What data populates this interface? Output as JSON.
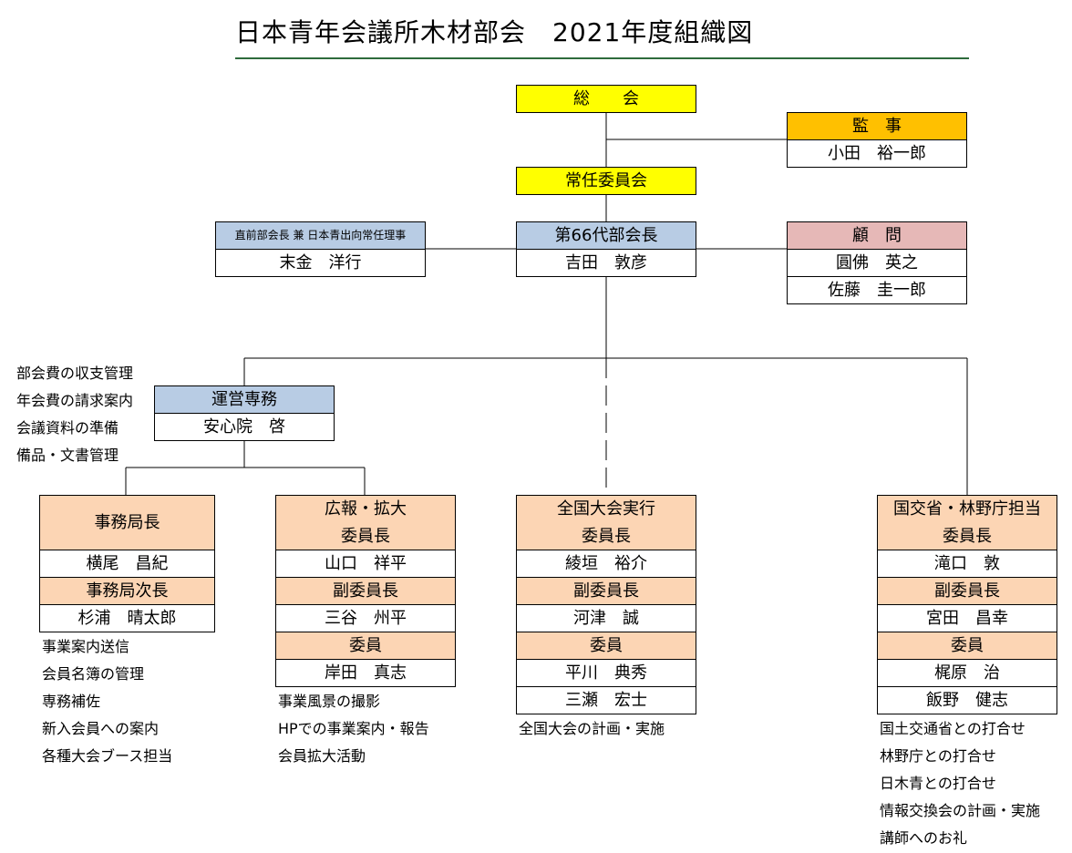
{
  "title": "日本青年会議所木材部会　2021年度組織図",
  "colors": {
    "yellow": "#ffff00",
    "orange": "#ffc000",
    "blue": "#b8cce4",
    "pink": "#e6b8b7",
    "peach": "#fcd5b4",
    "rule": "#2e6b3c"
  },
  "sokai": "総　　会",
  "kanji": {
    "title": "監　事",
    "name": "小田　裕一郎"
  },
  "jonin": "常任委員会",
  "zenbukaicho": {
    "title": "直前部会長 兼 日本青出向常任理事",
    "name": "末金　洋行"
  },
  "bukaicho": {
    "title": "第66代部会長",
    "name": "吉田　敦彦"
  },
  "komon": {
    "title": "顧　問",
    "names": [
      "圓佛　英之",
      "佐藤　圭一郎"
    ]
  },
  "unei": {
    "title": "運営専務",
    "name": "安心院　啓",
    "notes": [
      "部会費の収支管理",
      "年会費の請求案内",
      "会議資料の準備",
      "備品・文書管理"
    ]
  },
  "jimu": {
    "title": "事務局長",
    "name": "横尾　昌紀",
    "sub_title": "事務局次長",
    "sub_name": "杉浦　晴太郎",
    "notes": [
      "事業案内送信",
      "会員名簿の管理",
      "専務補佐",
      "新入会員への案内",
      "各種大会ブース担当"
    ]
  },
  "koho": {
    "title_line1": "広報・拡大",
    "title_line2": "委員長",
    "chair": "山口　祥平",
    "vice_title": "副委員長",
    "vice": "三谷　州平",
    "member_title": "委員",
    "members": [
      "岸田　真志"
    ],
    "notes": [
      "事業風景の撮影",
      "HPでの事業案内・報告",
      "会員拡大活動"
    ]
  },
  "zenkoku": {
    "title_line1": "全国大会実行",
    "title_line2": "委員長",
    "chair": "綾垣　裕介",
    "vice_title": "副委員長",
    "vice": "河津　誠",
    "member_title": "委員",
    "members": [
      "平川　典秀",
      "三瀬　宏士"
    ],
    "notes": [
      "全国大会の計画・実施"
    ]
  },
  "kokudo": {
    "title_line1": "国交省・林野庁担当",
    "title_line2": "委員長",
    "chair": "滝口　敦",
    "vice_title": "副委員長",
    "vice": "宮田　昌幸",
    "member_title": "委員",
    "members": [
      "梶原　治",
      "飯野　健志"
    ],
    "notes": [
      "国土交通省との打合せ",
      "林野庁との打合せ",
      "日木青との打合せ",
      "情報交換会の計画・実施",
      "講師へのお礼"
    ]
  }
}
